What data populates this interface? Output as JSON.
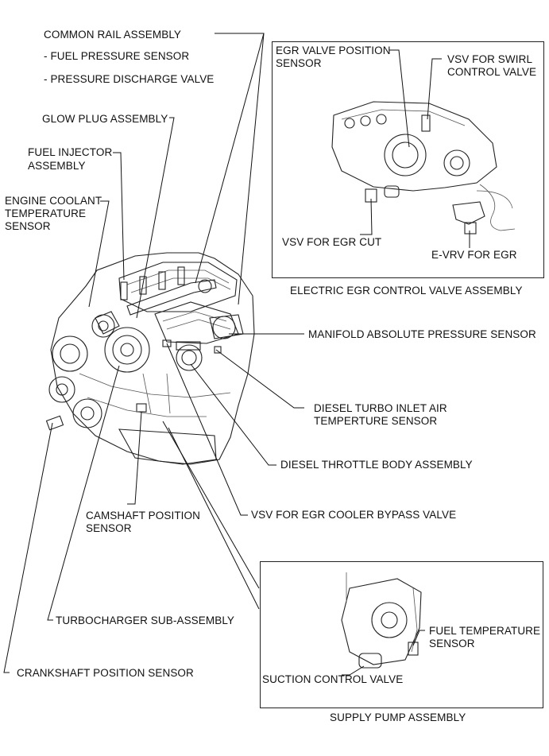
{
  "labels": {
    "common_rail": "COMMON RAIL ASSEMBLY",
    "fuel_pressure_sensor": "- FUEL PRESSURE SENSOR",
    "pressure_discharge_valve": "- PRESSURE DISCHARGE VALVE",
    "glow_plug": "GLOW PLUG ASSEMBLY",
    "fuel_injector_1": "FUEL INJECTOR",
    "fuel_injector_2": "ASSEMBLY",
    "coolant_temp_1": "ENGINE COOLANT",
    "coolant_temp_2": "TEMPERATURE",
    "coolant_temp_3": "SENSOR",
    "egr_valve_pos_1": "EGR VALVE POSITION",
    "egr_valve_pos_2": "SENSOR",
    "vsv_swirl_1": "VSV FOR SWIRL",
    "vsv_swirl_2": "CONTROL VALVE",
    "vsv_egr_cut": "VSV FOR EGR CUT",
    "e_vrv": "E-VRV FOR EGR",
    "egr_assembly_caption": "ELECTRIC EGR CONTROL VALVE ASSEMBLY",
    "map_sensor": "MANIFOLD ABSOLUTE PRESSURE SENSOR",
    "turbo_inlet_temp_1": "DIESEL TURBO INLET AIR",
    "turbo_inlet_temp_2": "TEMPERTURE SENSOR",
    "throttle_body": "DIESEL THROTTLE BODY ASSEMBLY",
    "vsv_cooler_bypass": "VSV FOR EGR COOLER BYPASS VALVE",
    "camshaft_pos_1": "CAMSHAFT POSITION",
    "camshaft_pos_2": "SENSOR",
    "turbocharger": "TURBOCHARGER SUB-ASSEMBLY",
    "crankshaft_pos": "CRANKSHAFT POSITION SENSOR",
    "fuel_temp_1": "FUEL TEMPERATURE",
    "fuel_temp_2": "SENSOR",
    "suction_control": "SUCTION CONTROL VALVE",
    "supply_pump_caption": "SUPPLY PUMP ASSEMBLY"
  }
}
